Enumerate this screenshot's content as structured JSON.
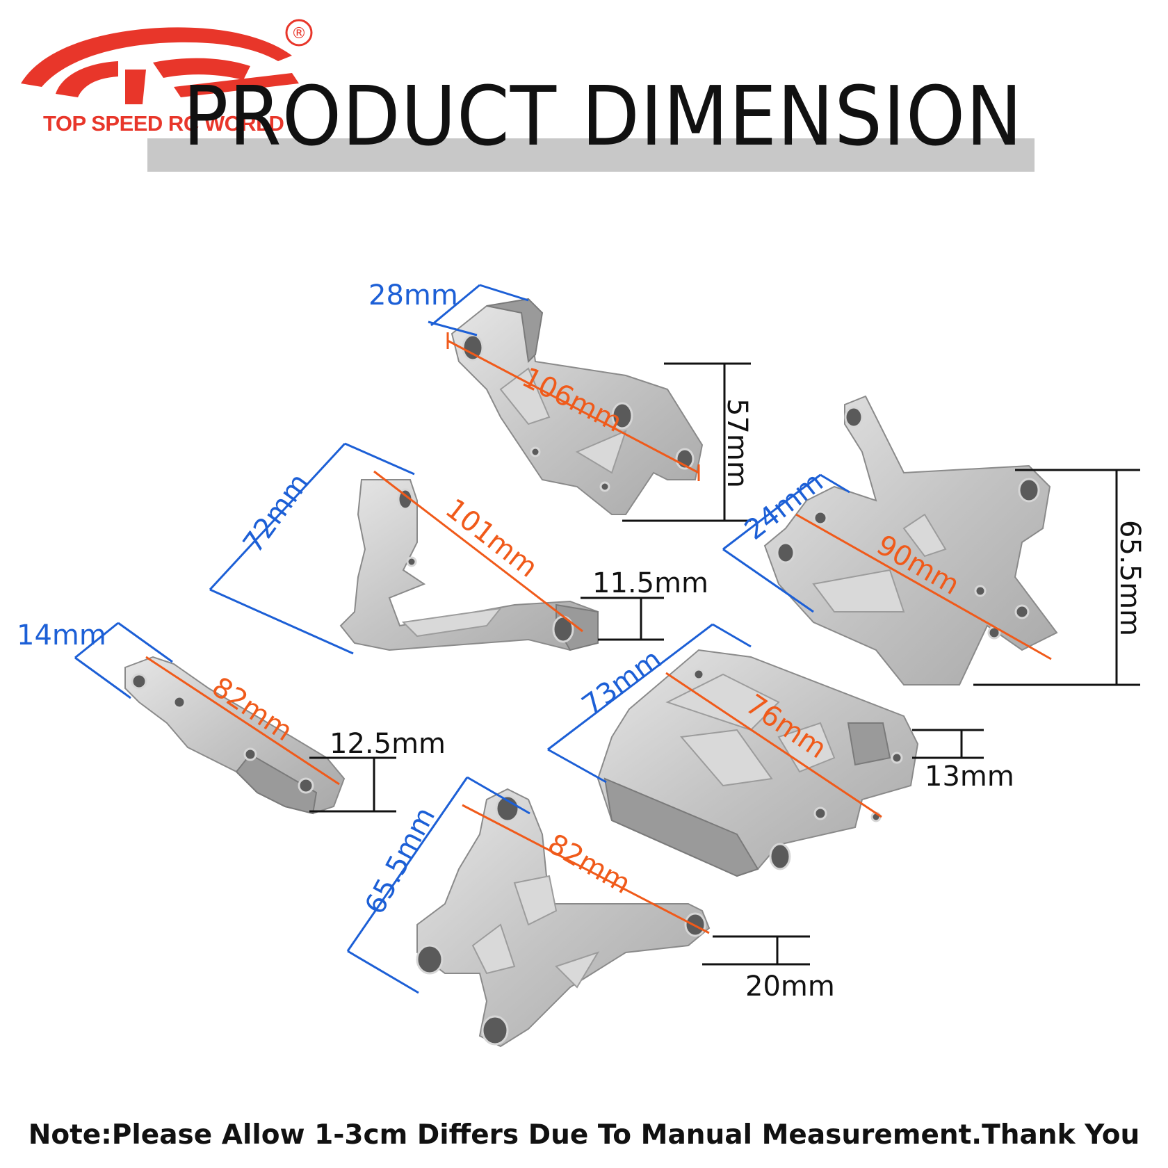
{
  "logo": {
    "tagline": "TOP SPEED RC WORLD",
    "registered": "®"
  },
  "title": "PRODUCT DIMENSION",
  "note": "Note:Please Allow 1-3cm Differs Due To Manual Measurement.Thank You",
  "colors": {
    "blue": "#1c5fd6",
    "orange": "#f05a1a",
    "black": "#111111",
    "brand": "#e8362a"
  },
  "parts": [
    {
      "name": "shock-tower-upper",
      "labels": {
        "width": "28mm",
        "length": "106mm",
        "height": "57mm"
      }
    },
    {
      "name": "upper-arm-left",
      "labels": {
        "width": "72mm",
        "length": "101mm",
        "thickness": "11.5mm"
      }
    },
    {
      "name": "front-brace",
      "labels": {
        "width": "24mm",
        "length": "90mm",
        "height": "65.5mm"
      }
    },
    {
      "name": "hinge-block",
      "labels": {
        "width": "14mm",
        "length": "82mm",
        "thickness": "12.5mm"
      }
    },
    {
      "name": "bulkhead-plate",
      "labels": {
        "width": "73mm",
        "length": "76mm",
        "thickness": "13mm"
      }
    },
    {
      "name": "lower-arm",
      "labels": {
        "width": "65.5mm",
        "length": "82mm",
        "thickness": "20mm"
      }
    }
  ]
}
